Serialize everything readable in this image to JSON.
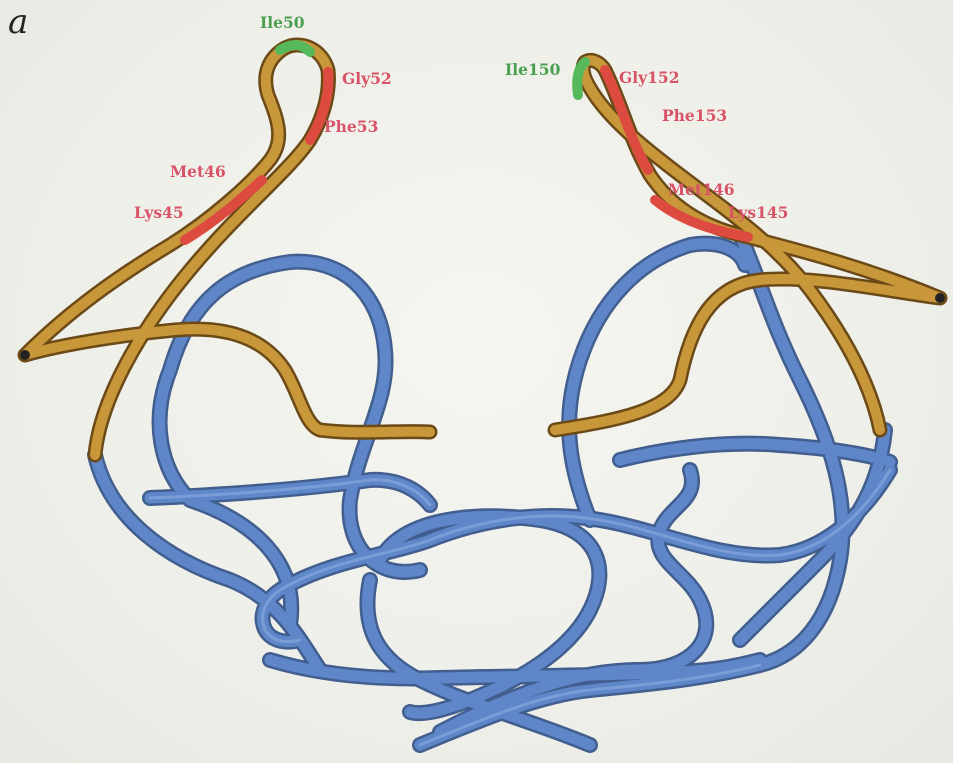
{
  "panel": {
    "letter": "a"
  },
  "colors": {
    "blue_strand": "#5f86c8",
    "blue_strand_shadow": "#2f4f86",
    "gold_strand": "#c8973a",
    "gold_strand_shadow": "#6b4a18",
    "red_segment": "#dd4a40",
    "green_segment": "#55b85a",
    "red_label": "#d95367",
    "green_label": "#4aa050",
    "background": "#f1f2ec"
  },
  "labels": {
    "ile50": "Ile50",
    "gly52": "Gly52",
    "phe53": "Phe53",
    "met46": "Met46",
    "lys45": "Lys45",
    "ile150": "Ile150",
    "gly152": "Gly152",
    "phe153": "Phe153",
    "met146": "Met146",
    "lys145": "Lys145"
  }
}
